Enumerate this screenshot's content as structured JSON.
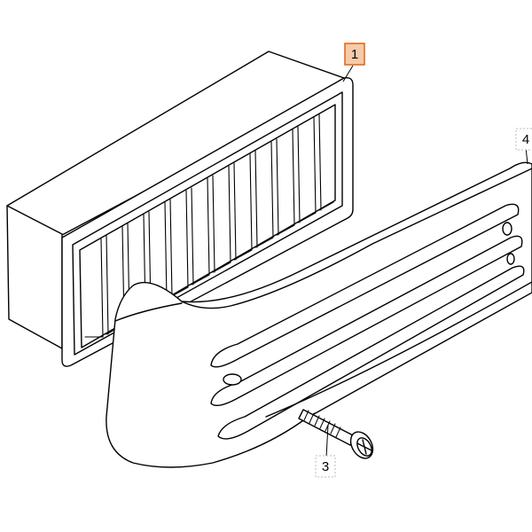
{
  "callouts": {
    "one": "1",
    "three": "3",
    "four": "4"
  },
  "colors": {
    "line": "#000000",
    "highlight_fill": "#f6cba9",
    "highlight_stroke": "#e36a1e",
    "background": "#ffffff"
  }
}
